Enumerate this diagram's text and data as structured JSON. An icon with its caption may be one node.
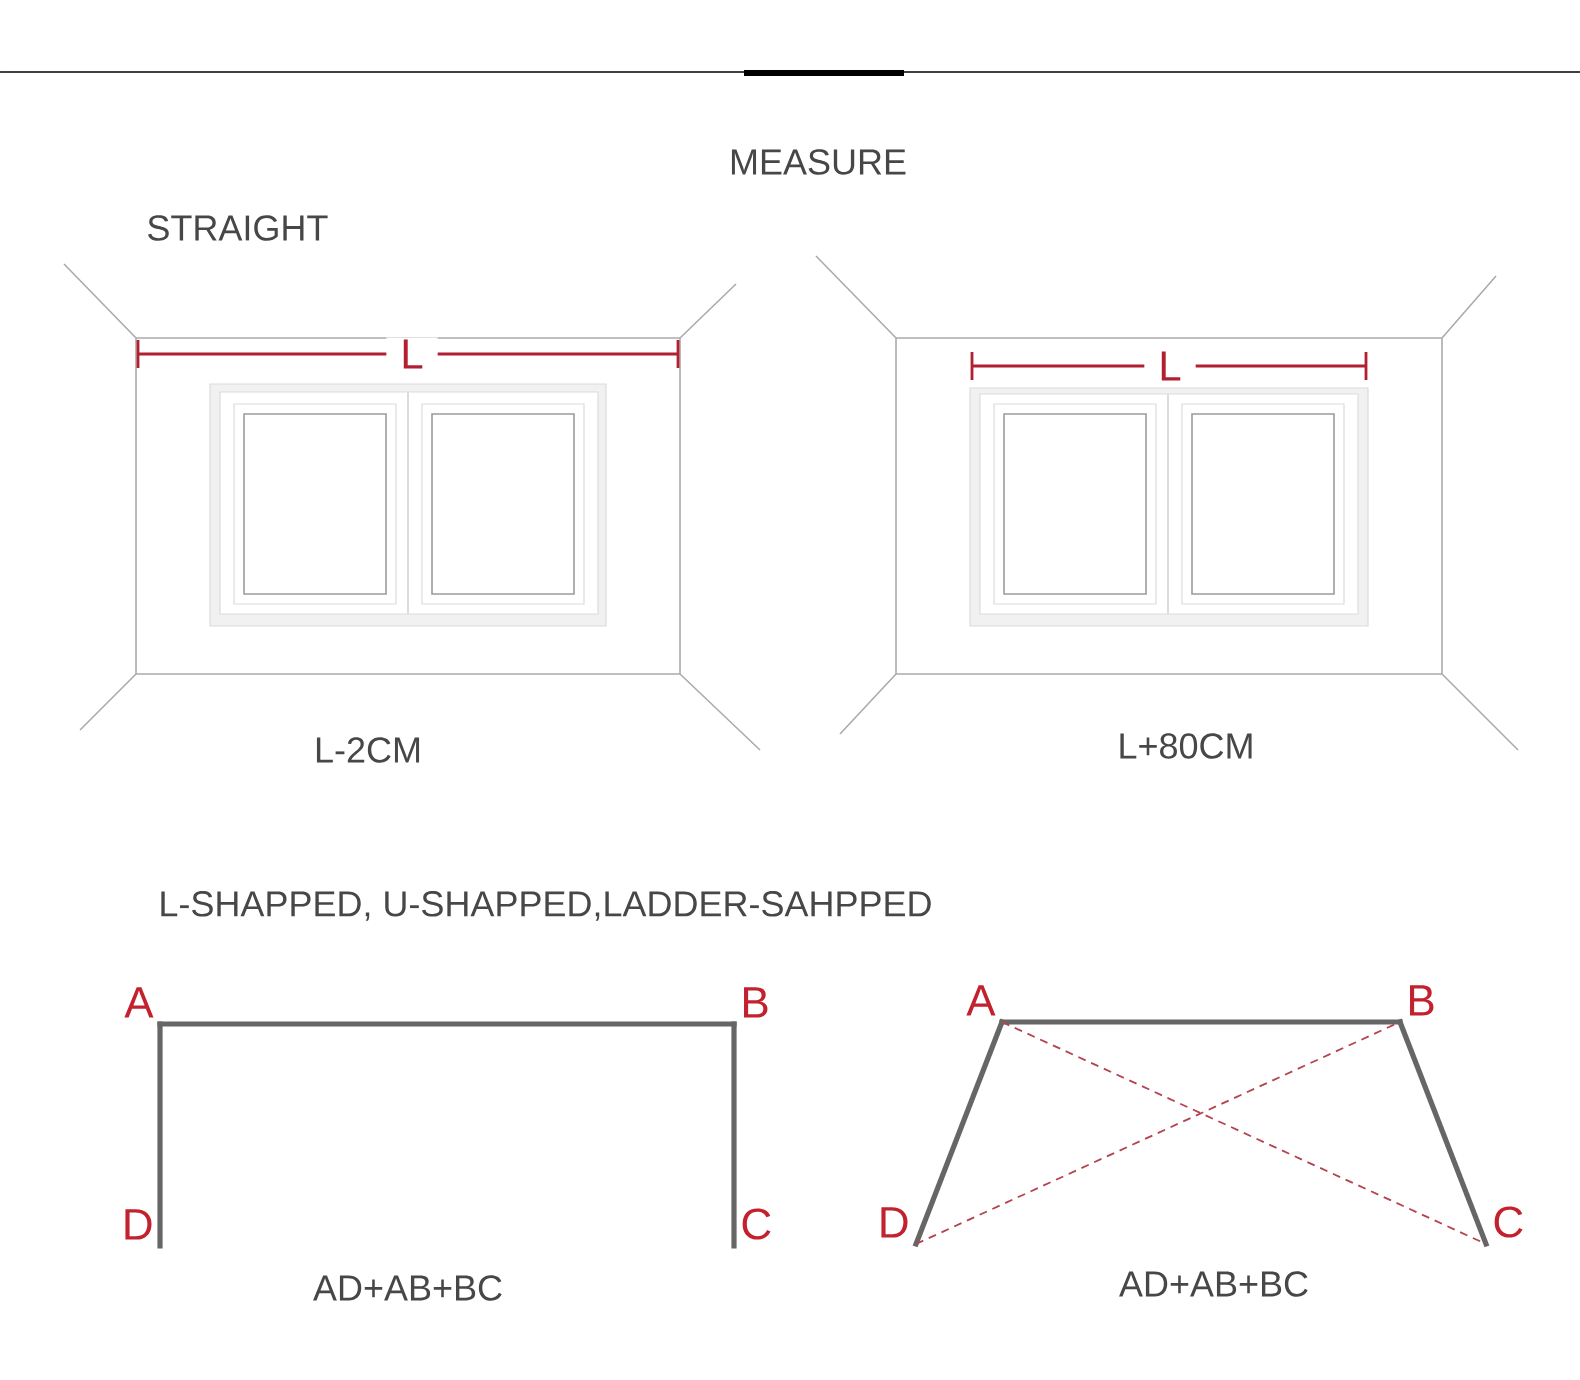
{
  "diagram": {
    "title": "MEASURE",
    "nodes": [
      {
        "text": [
          "A"
        ]
      },
      {
        "text": [
          "B"
        ]
      },
      {
        "text": [
          "D"
        ]
      },
      {
        "text": [
          "C"
        ]
      },
      {
        "text": [
          "A"
        ]
      },
      {
        "text": [
          "B"
        ]
      },
      {
        "text": [
          "D"
        ]
      },
      {
        "text": [
          "C"
        ]
      }
    ],
    "edges": [
      {
        "from": 0,
        "to": 2,
        "arrow": "none"
      },
      {
        "from": 0,
        "to": 1,
        "arrow": "none"
      },
      {
        "from": 1,
        "to": 3,
        "arrow": "none"
      },
      {
        "from": 6,
        "to": 4,
        "arrow": "none"
      },
      {
        "from": 4,
        "to": 5,
        "arrow": "none"
      },
      {
        "from": 5,
        "to": 7,
        "arrow": "none"
      },
      {
        "from": 4,
        "to": 7,
        "arrow": "none",
        "style": "dashed",
        "color": "#b5424e"
      },
      {
        "from": 6,
        "to": 5,
        "arrow": "none",
        "style": "dashed",
        "color": "#b5424e"
      }
    ],
    "labels": [
      "STRAIGHT",
      "L",
      "L",
      "L-2CM",
      "L+80CM",
      "L-SHAPPED, U-SHAPPED,LADDER-SAHPPED",
      "AD+AB+BC",
      "AD+AB+BC"
    ]
  }
}
